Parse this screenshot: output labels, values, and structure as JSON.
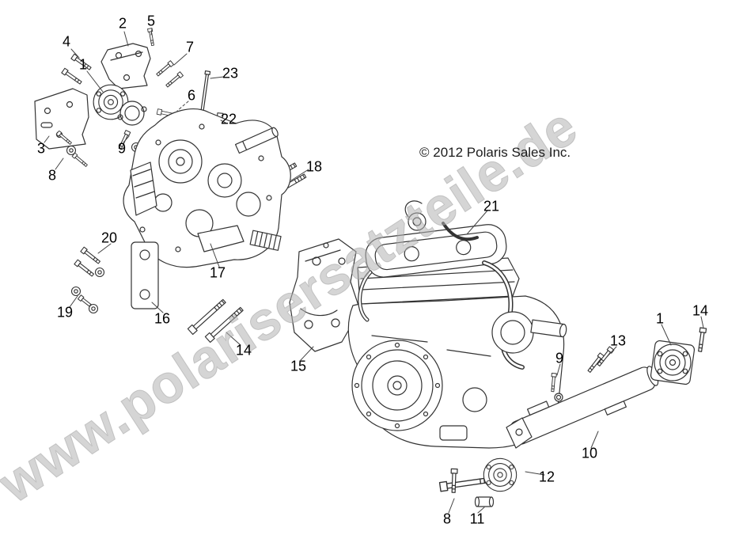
{
  "page": {
    "background": "#ffffff",
    "watermark": "www.polarisersatzteile.de",
    "copyright": "© 2012 Polaris Sales Inc.",
    "watermark_color": "#b2b2b2",
    "line_color": "#333333"
  },
  "diagram": {
    "callouts": [
      {
        "label": "2"
      },
      {
        "label": "5"
      },
      {
        "label": "4"
      },
      {
        "label": "7"
      },
      {
        "label": "1"
      },
      {
        "label": "23"
      },
      {
        "label": "6"
      },
      {
        "label": "22"
      },
      {
        "label": "3"
      },
      {
        "label": "9"
      },
      {
        "label": "8"
      },
      {
        "label": "18"
      },
      {
        "label": "21"
      },
      {
        "label": "20"
      },
      {
        "label": "17"
      },
      {
        "label": "19"
      },
      {
        "label": "16"
      },
      {
        "label": "14"
      },
      {
        "label": "15"
      },
      {
        "label": "1"
      },
      {
        "label": "14"
      },
      {
        "label": "13"
      },
      {
        "label": "9"
      },
      {
        "label": "10"
      },
      {
        "label": "12"
      },
      {
        "label": "8"
      },
      {
        "label": "11"
      }
    ]
  }
}
